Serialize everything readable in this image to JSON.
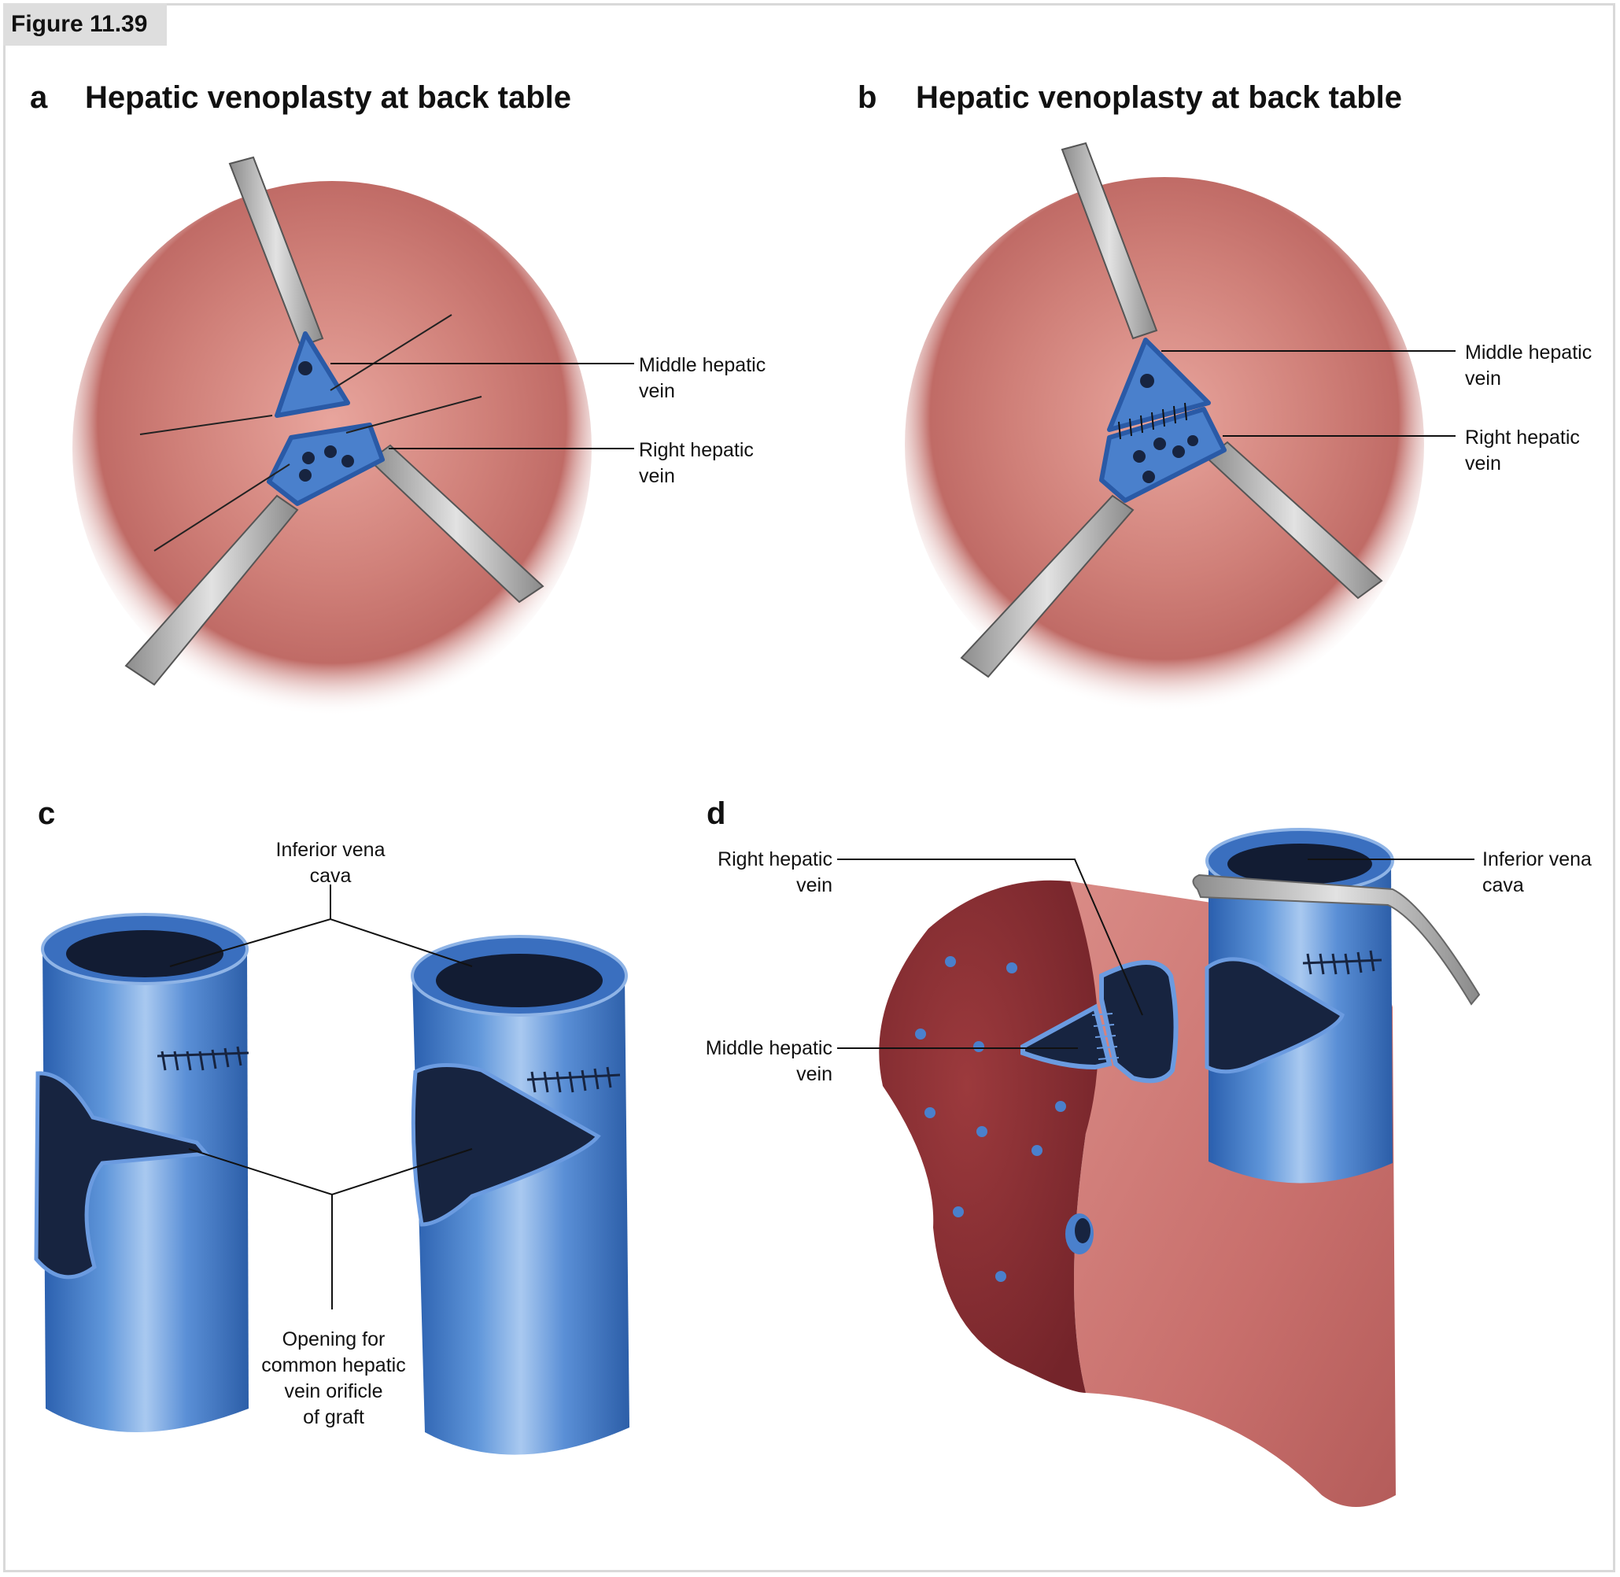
{
  "figure_tag": "Figure 11.39",
  "panels": {
    "a": {
      "letter": "a",
      "title": "Hepatic venoplasty at back table",
      "labels": {
        "middle_hepatic": "Middle hepatic\nvein",
        "right_hepatic": "Right hepatic\nvein"
      }
    },
    "b": {
      "letter": "b",
      "title": "Hepatic venoplasty at back table",
      "labels": {
        "middle_hepatic": "Middle hepatic\nvein",
        "right_hepatic": "Right hepatic\nvein"
      }
    },
    "c": {
      "letter": "c",
      "labels": {
        "ivc": "Inferior vena\ncava",
        "opening": "Opening for\ncommon hepatic\nvein orificle\nof graft"
      }
    },
    "d": {
      "letter": "d",
      "labels": {
        "right_hepatic": "Right hepatic\nvein",
        "middle_hepatic": "Middle hepatic\nvein",
        "ivc": "Inferior vena\ncava"
      }
    }
  },
  "colors": {
    "tissue": "#c97a74",
    "vein_blue": "#3f74c4",
    "vein_dark": "#172440",
    "liver_dark": "#8b2f33",
    "liver_light": "#c86f6c",
    "instrument": "#a9a9a9"
  }
}
